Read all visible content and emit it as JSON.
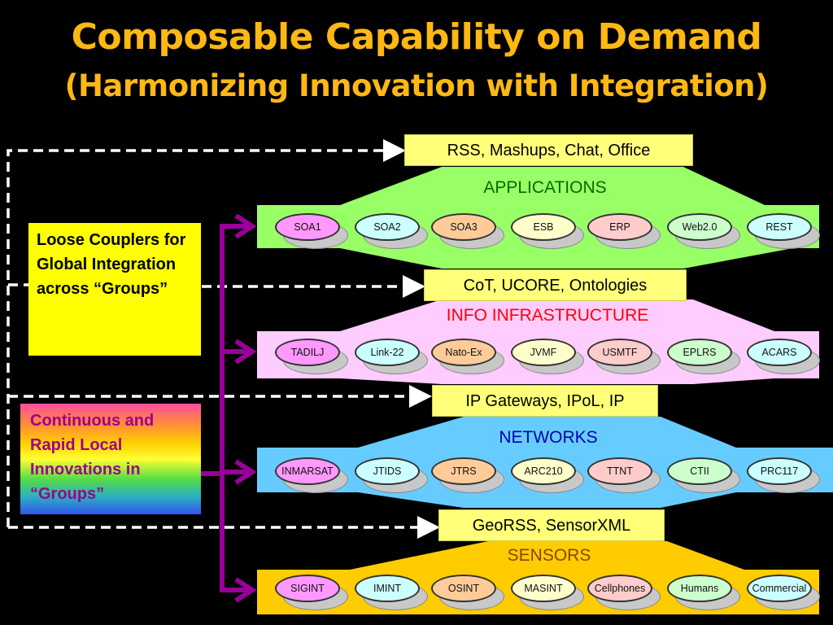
{
  "title": "Composable Capability on Demand",
  "subtitle": "(Harmonizing Innovation with Integration)",
  "side_boxes": {
    "loose": "Loose Couplers for Global Integration across “Groups”",
    "continuous": "Continuous and Rapid  Local Innovations in “Groups”"
  },
  "couplers": [
    "RSS, Mashups, Chat, Office",
    "CoT, UCORE, Ontologies",
    "IP Gateways, IPoL, IP",
    "GeoRSS, SensorXML"
  ],
  "layers": [
    {
      "label": "APPLICATIONS",
      "label_color": "#006b00",
      "fill": "#99ff66",
      "pills": [
        {
          "text": "SOA1",
          "color": "#ff99ff"
        },
        {
          "text": "SOA2",
          "color": "#ccffff"
        },
        {
          "text": "SOA3",
          "color": "#ffcc99"
        },
        {
          "text": "ESB",
          "color": "#ffffcc"
        },
        {
          "text": "ERP",
          "color": "#ffcccc"
        },
        {
          "text": "Web2.0",
          "color": "#ccffcc"
        },
        {
          "text": "REST",
          "color": "#ccffff"
        }
      ]
    },
    {
      "label": "INFO INFRASTRUCTURE",
      "label_color": "#ff0000",
      "fill": "#ffccff",
      "pills": [
        {
          "text": "TADILJ",
          "color": "#ff99ff"
        },
        {
          "text": "Link-22",
          "color": "#ccffff"
        },
        {
          "text": "Nato-Ex",
          "color": "#ffcc99"
        },
        {
          "text": "JVMF",
          "color": "#ffffcc"
        },
        {
          "text": "USMTF",
          "color": "#ffcccc"
        },
        {
          "text": "EPLRS",
          "color": "#ccffcc"
        },
        {
          "text": "ACARS",
          "color": "#ccffff"
        }
      ]
    },
    {
      "label": "NETWORKS",
      "label_color": "#0000aa",
      "fill": "#66ccff",
      "pills": [
        {
          "text": "INMARSAT",
          "color": "#ff99ff"
        },
        {
          "text": "JTIDS",
          "color": "#ccffff"
        },
        {
          "text": "JTRS",
          "color": "#ffcc99"
        },
        {
          "text": "ARC210",
          "color": "#ffffcc"
        },
        {
          "text": "TTNT",
          "color": "#ffcccc"
        },
        {
          "text": "CTII",
          "color": "#ccffcc"
        },
        {
          "text": "PRC117",
          "color": "#ccffff"
        }
      ]
    },
    {
      "label": "SENSORS",
      "label_color": "#8b4500",
      "fill": "#ffcc00",
      "pills": [
        {
          "text": "SIGINT",
          "color": "#ff99ff"
        },
        {
          "text": "IMINT",
          "color": "#ccffff"
        },
        {
          "text": "OSINT",
          "color": "#ffcc99"
        },
        {
          "text": "MASINT",
          "color": "#ffffcc"
        },
        {
          "text": "Cellphones",
          "color": "#ffcccc"
        },
        {
          "text": "Humans",
          "color": "#ccffcc"
        },
        {
          "text": "Commercial",
          "color": "#ccffff"
        }
      ]
    }
  ],
  "colors": {
    "title": "#FDB813",
    "arrow": "#990099",
    "dashed": "#ffffff",
    "box": "#ffff7a"
  }
}
